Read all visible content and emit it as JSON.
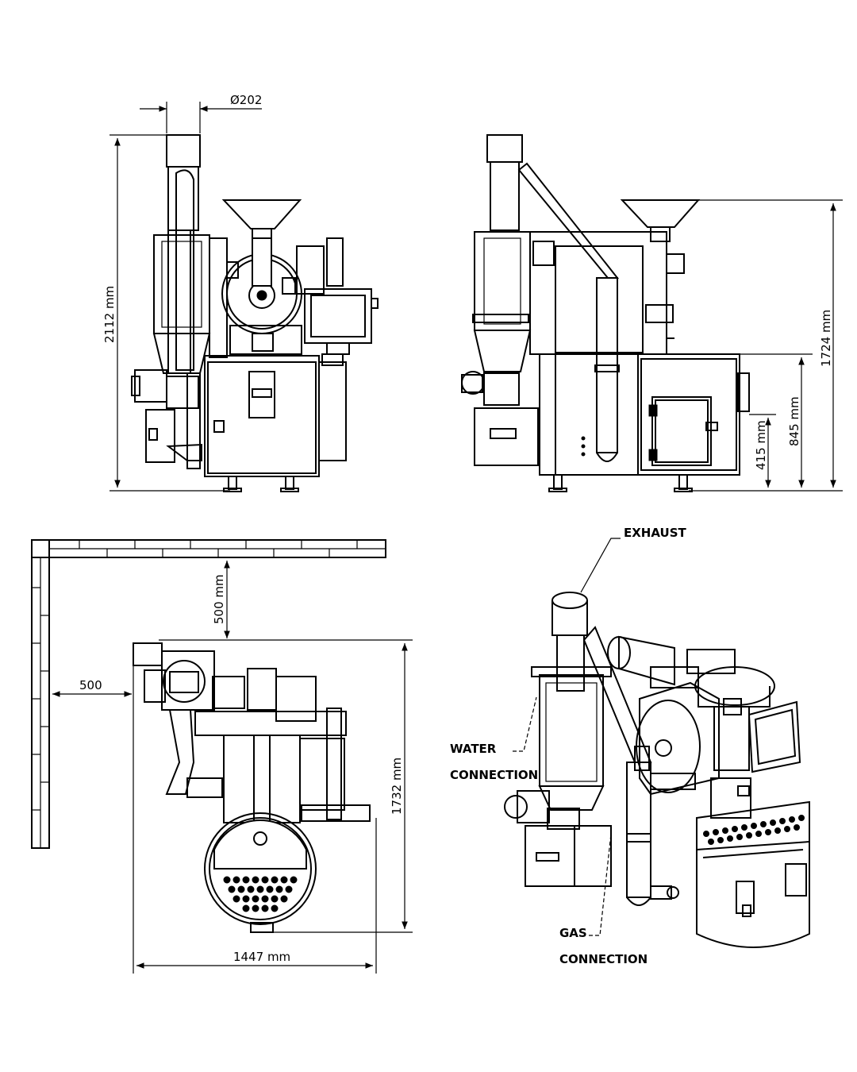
{
  "dimensions": {
    "pipe_diameter": "Ø202",
    "front_height": "2112 mm",
    "side_total_height": "1724 mm",
    "side_mid_height": "845 mm",
    "side_low_height": "415 mm",
    "top_back_clearance": "500 mm",
    "top_side_clearance": "500",
    "top_depth": "1732 mm",
    "top_width": "1447 mm"
  },
  "callouts": {
    "exhaust": "EXHAUST",
    "water_1": "WATER",
    "water_2": "CONNECTION",
    "gas_1": "GAS",
    "gas_2": "CONNECTION"
  }
}
